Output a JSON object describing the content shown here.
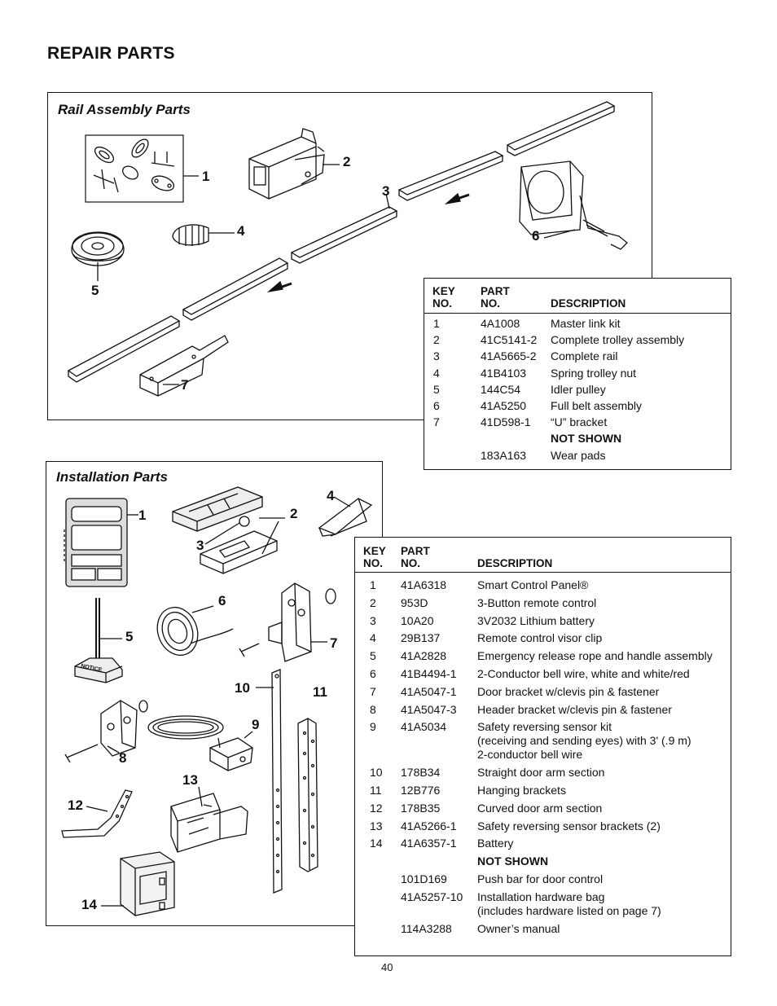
{
  "page_title": "REPAIR PARTS",
  "page_number": "40",
  "rail": {
    "title": "Rail Assembly Parts",
    "callouts": [
      "1",
      "2",
      "3",
      "4",
      "5",
      "6",
      "7"
    ],
    "headers": {
      "key": "KEY\nNO.",
      "part": "PART\nNO.",
      "desc": "DESCRIPTION"
    },
    "rows": [
      {
        "key": "1",
        "part": "4A1008",
        "desc": "Master link kit"
      },
      {
        "key": "2",
        "part": "41C5141-2",
        "desc": "Complete trolley assembly"
      },
      {
        "key": "3",
        "part": "41A5665-2",
        "desc": "Complete rail"
      },
      {
        "key": "4",
        "part": "41B4103",
        "desc": "Spring trolley nut"
      },
      {
        "key": "5",
        "part": "144C54",
        "desc": "Idler pulley"
      },
      {
        "key": "6",
        "part": "41A5250",
        "desc": "Full belt assembly"
      },
      {
        "key": "7",
        "part": "41D598-1",
        "desc": "“U” bracket"
      }
    ],
    "not_shown_label": "NOT SHOWN",
    "not_shown": [
      {
        "part": "183A163",
        "desc": "Wear pads"
      }
    ]
  },
  "install": {
    "title": "Installation Parts",
    "callouts": [
      "1",
      "2",
      "3",
      "4",
      "5",
      "6",
      "7",
      "8",
      "9",
      "10",
      "11",
      "12",
      "13",
      "14"
    ],
    "notice_text": "NOTICE",
    "headers": {
      "key": "KEY\nNO.",
      "part": "PART\nNO.",
      "desc": "DESCRIPTION"
    },
    "rows": [
      {
        "key": "1",
        "part": "41A6318",
        "desc": "Smart Control Panel®"
      },
      {
        "key": "2",
        "part": "953D",
        "desc": "3-Button remote control"
      },
      {
        "key": "3",
        "part": "10A20",
        "desc": "3V2032 Lithium battery"
      },
      {
        "key": "4",
        "part": "29B137",
        "desc": "Remote control visor clip"
      },
      {
        "key": "5",
        "part": "41A2828",
        "desc": "Emergency release rope and handle assembly"
      },
      {
        "key": "6",
        "part": "41B4494-1",
        "desc": "2-Conductor bell wire, white and white/red"
      },
      {
        "key": "7",
        "part": "41A5047-1",
        "desc": "Door bracket w/clevis pin & fastener"
      },
      {
        "key": "8",
        "part": "41A5047-3",
        "desc": "Header bracket w/clevis pin & fastener"
      },
      {
        "key": "9",
        "part": "41A5034",
        "desc": "Safety reversing sensor kit",
        "desc2": "(receiving and sending eyes) with 3' (.9 m)",
        "desc3": "2-conductor bell wire"
      },
      {
        "key": "10",
        "part": "178B34",
        "desc": "Straight door arm section"
      },
      {
        "key": "11",
        "part": "12B776",
        "desc": "Hanging brackets"
      },
      {
        "key": "12",
        "part": "178B35",
        "desc": "Curved door arm section"
      },
      {
        "key": "13",
        "part": "41A5266-1",
        "desc": "Safety reversing sensor brackets (2)"
      },
      {
        "key": "14",
        "part": "41A6357-1",
        "desc": "Battery"
      }
    ],
    "not_shown_label": "NOT SHOWN",
    "not_shown": [
      {
        "part": "101D169",
        "desc": "Push bar for door control"
      },
      {
        "part": "41A5257-10",
        "desc": "Installation hardware bag",
        "desc2": "(includes hardware listed on page 7)"
      },
      {
        "part": "114A3288",
        "desc": "Owner’s manual"
      }
    ]
  }
}
